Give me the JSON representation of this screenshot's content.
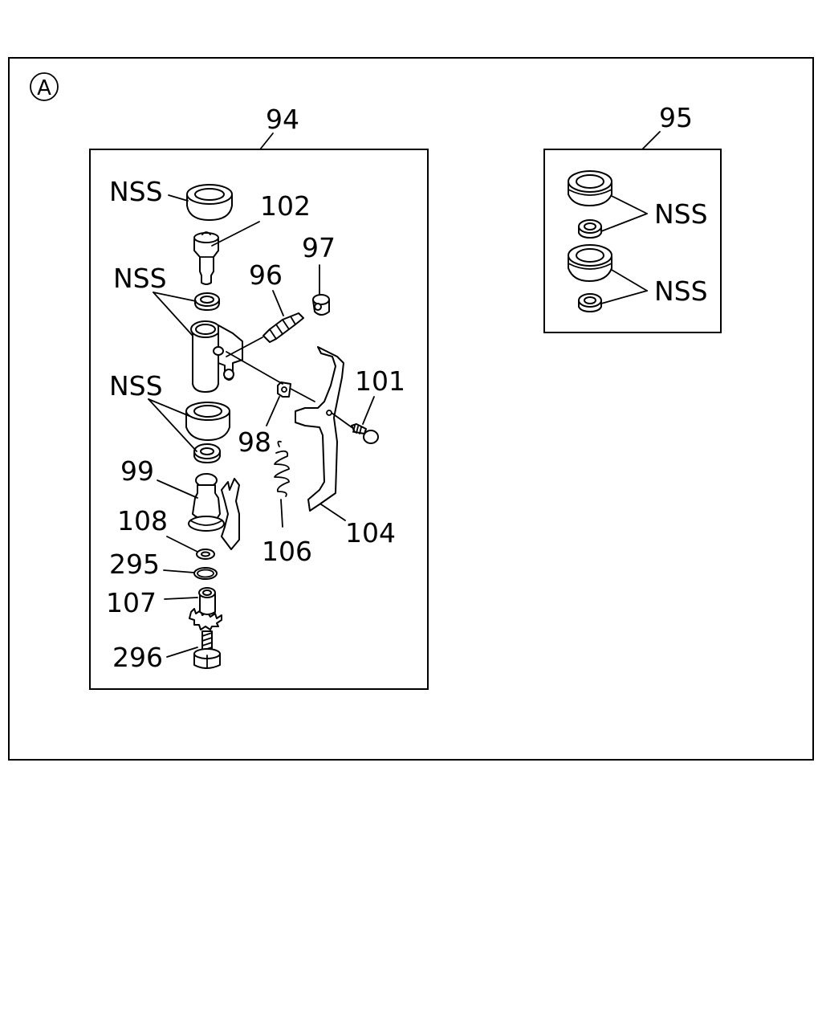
{
  "section_marker": "A",
  "callouts": {
    "group_94": "94",
    "group_95": "95",
    "nss_top": "NSS",
    "p102": "102",
    "p97": "97",
    "p96": "96",
    "nss_mid": "NSS",
    "nss_lower": "NSS",
    "p101": "101",
    "p98": "98",
    "p99": "99",
    "p108": "108",
    "p106": "106",
    "p104": "104",
    "p295": "295",
    "p107": "107",
    "p296": "296",
    "nss_95a": "NSS",
    "nss_95b": "NSS"
  }
}
